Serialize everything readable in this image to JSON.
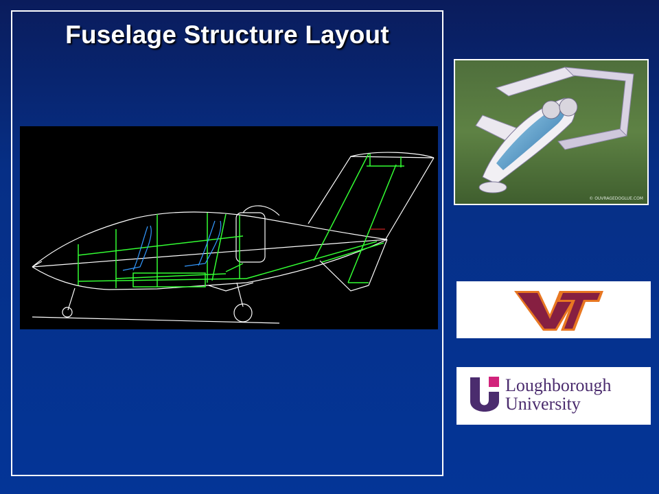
{
  "slide": {
    "title": "Fuselage Structure Layout"
  },
  "render_image": {
    "watermark": "© OUVRAGEDOGLUE.COM"
  },
  "logos": {
    "vt": "VT",
    "loughborough_line1": "Loughborough",
    "loughborough_line2": "University"
  },
  "colors": {
    "background": "#043597",
    "drawing_outline": "#ffffff",
    "structure": "#33ff33",
    "seats": "#3399ff",
    "vt_maroon": "#861f41",
    "vt_orange": "#e87722",
    "lu_purple": "#4b2c6e",
    "lu_magenta": "#d1237b"
  }
}
